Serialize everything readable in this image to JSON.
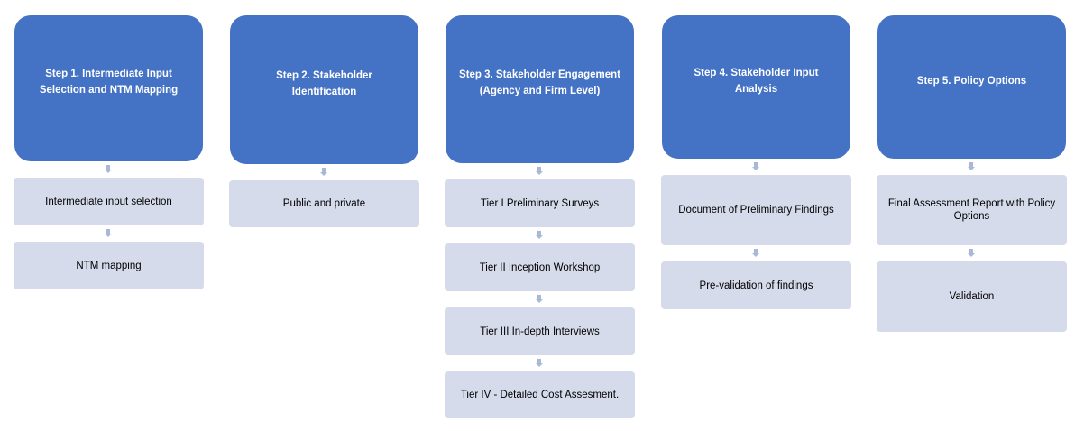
{
  "steps": [
    {
      "title": "Step 1. Intermediate Input\nSelection and NTM Mapping",
      "items": [
        "Intermediate input selection",
        "NTM  mapping"
      ]
    },
    {
      "title": "Step 2. Stakeholder Identification",
      "items": [
        "Public and private"
      ]
    },
    {
      "title": "Step 3. Stakeholder Engagement\n(Agency and Firm Level)",
      "items": [
        "Tier I Preliminary Surveys",
        "Tier II Inception Workshop",
        "Tier III In-depth Interviews",
        "Tier IV - Detailed Cost Assesment."
      ]
    },
    {
      "title": "Step 4. Stakeholder Input Analysis",
      "items": [
        "Document  of Preliminary Findings",
        "Pre-validation of findings"
      ]
    },
    {
      "title": "Step 5. Policy  Options",
      "items": [
        "Final Assessment Report with Policy\nOptions",
        "Validation"
      ]
    }
  ],
  "colors": {
    "step_fill": "#4472c4",
    "item_fill": "#d6dbeb",
    "arrow": "#a9b8d9"
  }
}
